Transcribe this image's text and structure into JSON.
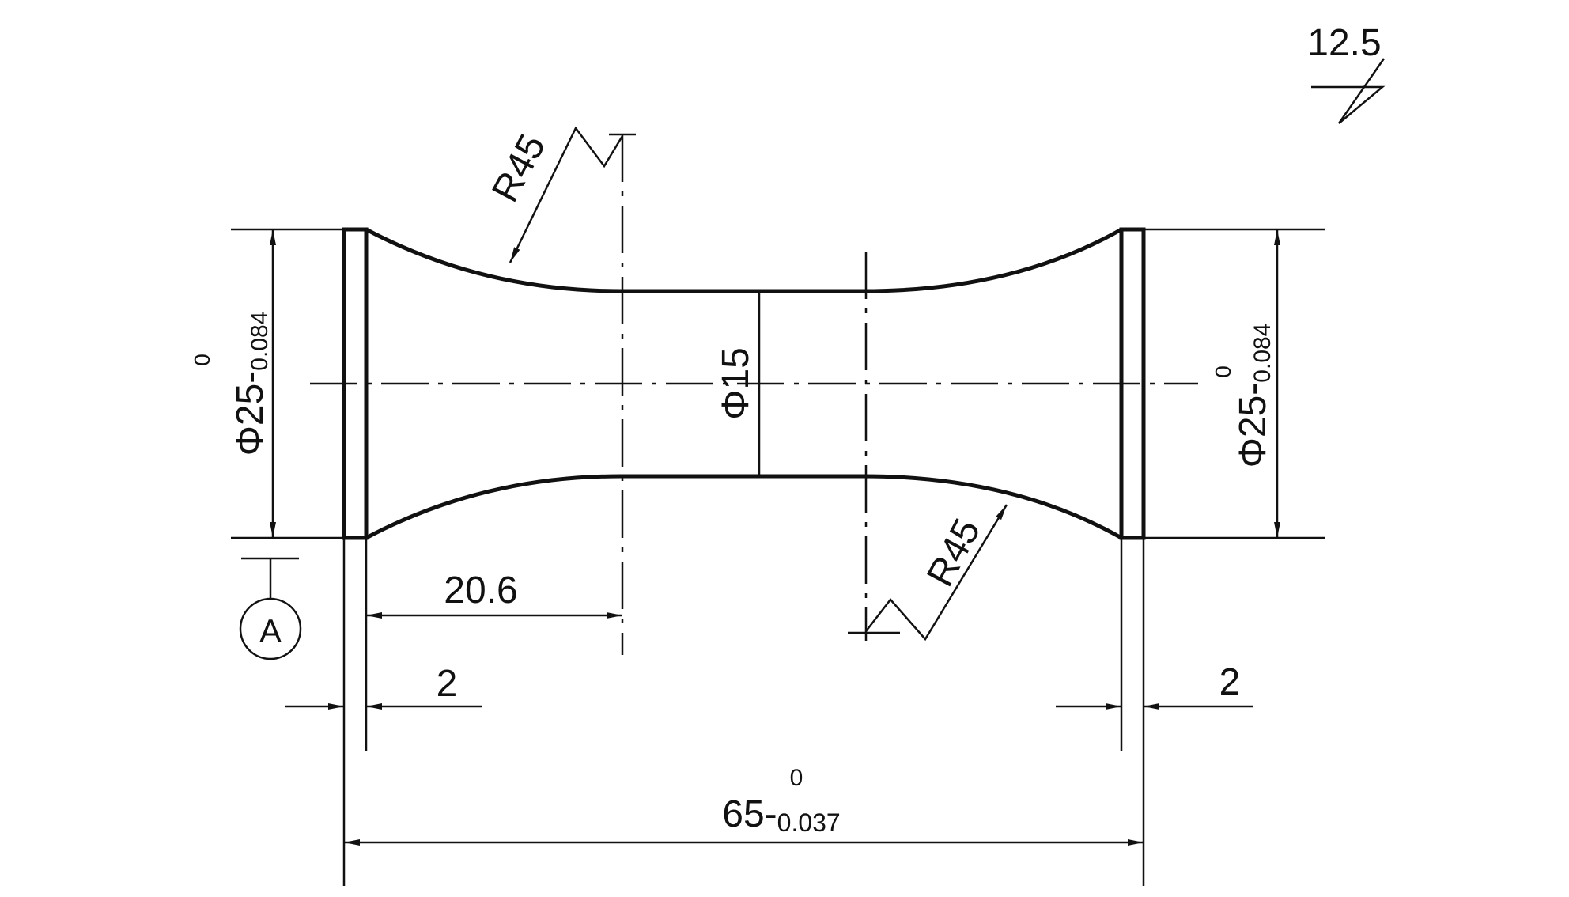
{
  "colors": {
    "line": "#111111",
    "background": "#ffffff"
  },
  "roughness": {
    "value": "12.5"
  },
  "datum": {
    "letter": "A"
  },
  "dimensions": {
    "end_diameter_left": {
      "main": "Φ25-",
      "upper": "0",
      "lower": "0.084"
    },
    "end_diameter_right": {
      "main": "Φ25-",
      "upper": "0",
      "lower": "0.084"
    },
    "waist_diameter": "Φ15",
    "radius_left": "R45",
    "radius_right": "R45",
    "waist_offset": "20.6",
    "flange_left": "2",
    "flange_right": "2",
    "overall_length": {
      "main": "65-",
      "upper": "0",
      "lower": "0.037"
    }
  }
}
